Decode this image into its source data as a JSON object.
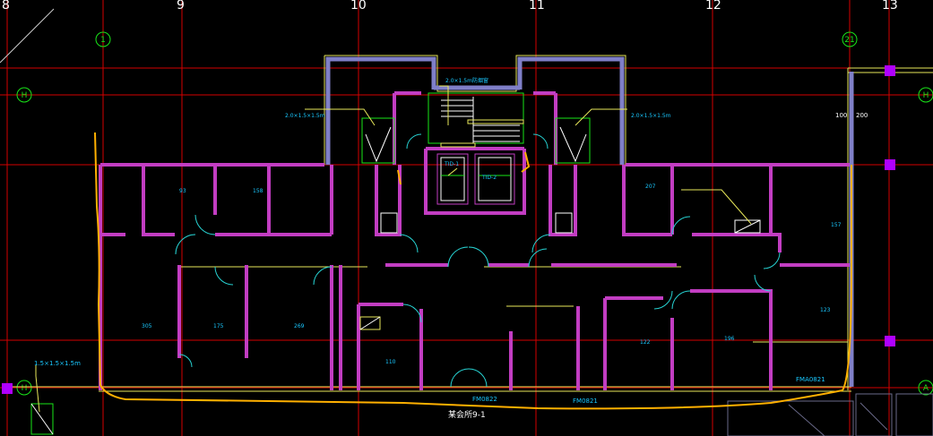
{
  "colors": {
    "background": "#000000",
    "grid_axis": "#d40000",
    "grid_bubble": "#19e619",
    "wall": "#c23dc2",
    "wall_core": "#7f7fc8",
    "window": "#e8e85a",
    "door_swing": "#27d3d3",
    "annotation": "#19c8ff",
    "markup": "#ffb000",
    "column": "#b000ff",
    "text": "#ffffff"
  },
  "grid_axes": {
    "top_numbers": [
      "8",
      "9",
      "10",
      "11",
      "12",
      "13"
    ],
    "bubbles": [
      "1",
      "21",
      "H",
      "H",
      "A",
      "H"
    ]
  },
  "room_tags": [
    "93",
    "158",
    "207",
    "157",
    "305",
    "175",
    "269",
    "110",
    "122",
    "196",
    "123"
  ],
  "callouts": {
    "top_center": "2.0×1.5m防烟窗",
    "top_left": "2.0×1.5×1.5m",
    "top_right": "2.0×1.5×1.5m",
    "bottom_left": "1.5×1.5×1.5m",
    "dim_pair": [
      "100",
      "200"
    ]
  },
  "lift_labels": [
    "TID-1",
    "TID-2"
  ],
  "door_tags": [
    "FM0822",
    "FM0821",
    "FMA0821"
  ],
  "plan_title": "某会所9-1"
}
